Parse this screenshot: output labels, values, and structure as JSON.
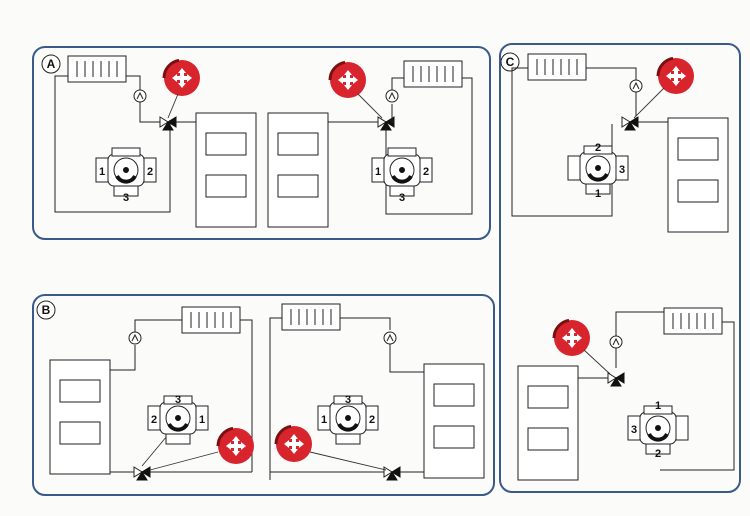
{
  "panels": [
    {
      "id": "A",
      "label": "A",
      "valve_ports": [
        "1",
        "2",
        "3"
      ]
    },
    {
      "id": "B",
      "label": "B",
      "valve_ports": [
        "3",
        "2",
        "1"
      ]
    },
    {
      "id": "C",
      "label": "C",
      "valve_ports": [
        "2",
        "3",
        "1"
      ]
    }
  ],
  "colors": {
    "panel_border": "#3a5a8c",
    "actuator": "#d8242c",
    "actuator_dark": "#7a1010",
    "line": "#222222"
  },
  "icons": [
    "radiator-icon",
    "pump-icon",
    "boiler-icon",
    "three-way-valve-icon",
    "mixing-valve-icon",
    "actuator-icon",
    "arrow-icon"
  ]
}
